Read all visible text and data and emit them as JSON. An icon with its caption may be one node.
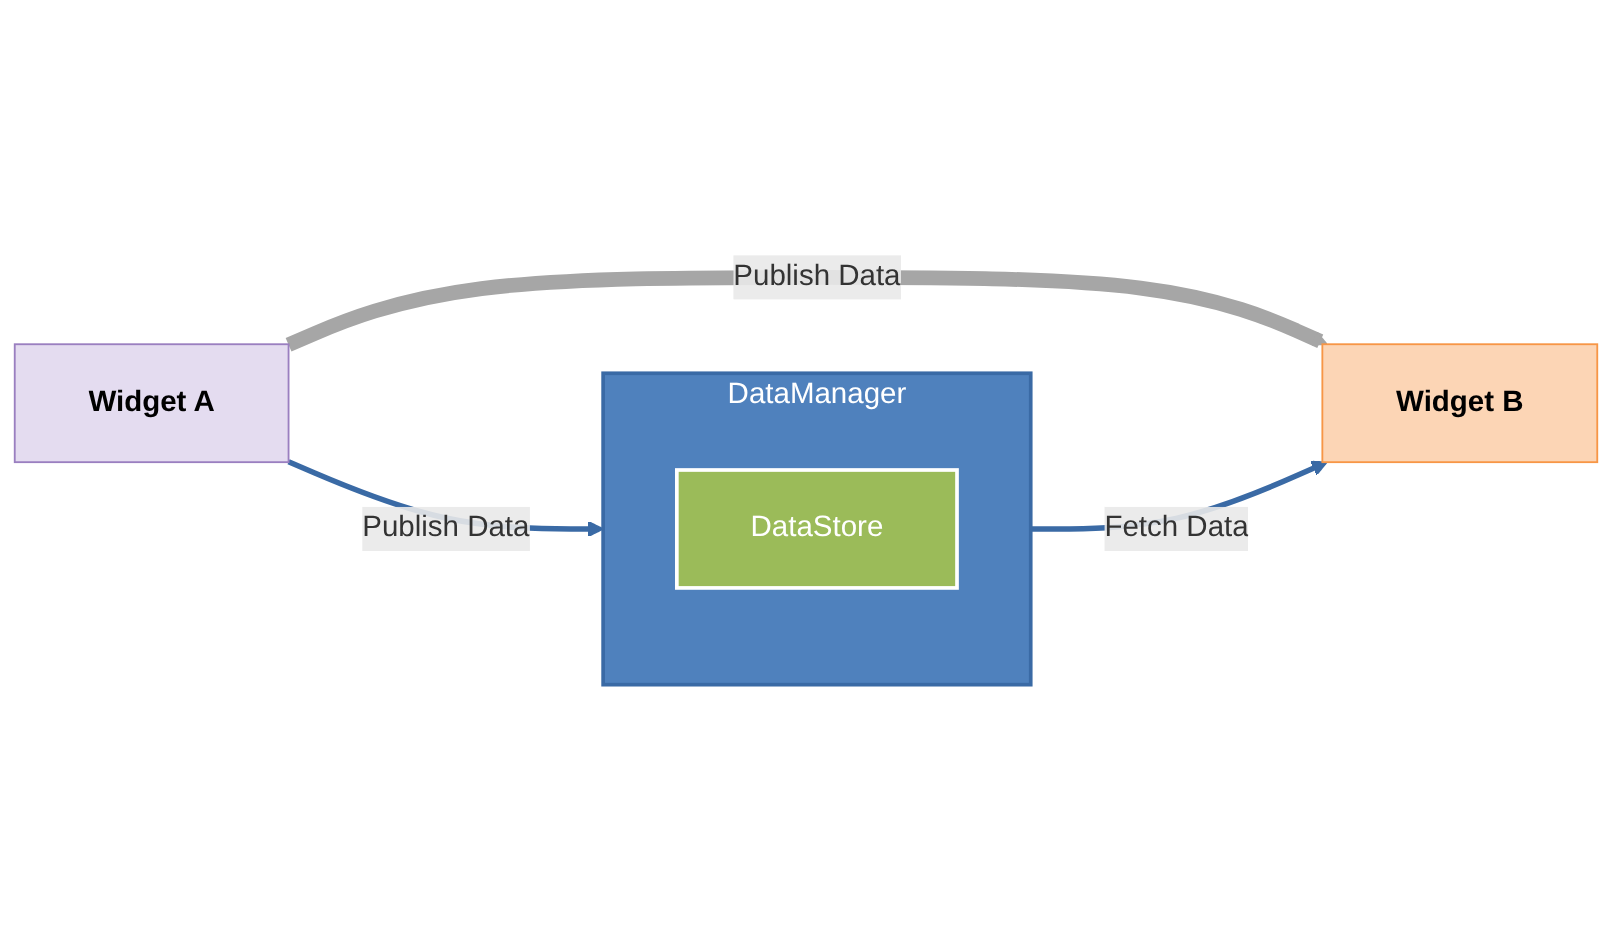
{
  "diagram": {
    "nodes": [
      {
        "text": [
          "DataManager"
        ]
      },
      {
        "text": [
          "DataStore"
        ],
        "in": 0
      },
      {
        "text": [
          "Widget A"
        ]
      },
      {
        "text": [
          "Widget B"
        ]
      }
    ],
    "edges": [
      {
        "from": 2,
        "to": 0,
        "arrow": "to",
        "label": "Publish Data"
      },
      {
        "from": 0,
        "to": 3,
        "arrow": "to",
        "label": "Fetch Data"
      },
      {
        "from": 2,
        "to": 3,
        "arrow": "to",
        "label": "Publish Data",
        "style": "thick",
        "color": "#a6a6a6"
      }
    ]
  }
}
